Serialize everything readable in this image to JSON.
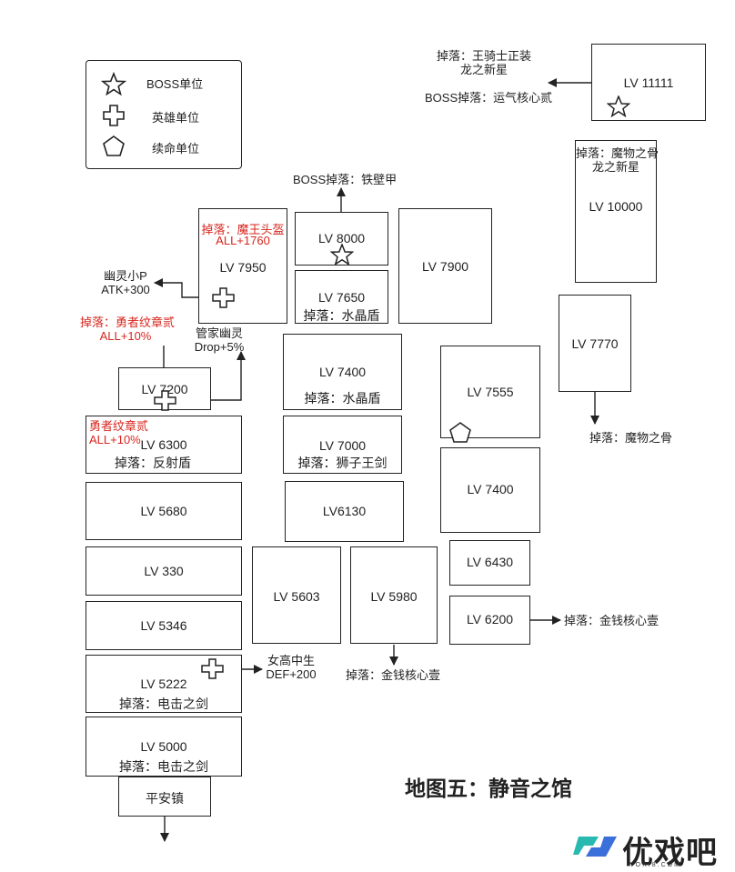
{
  "legend": {
    "boss": "BOSS单位",
    "hero": "英雄单位",
    "heal": "续命单位"
  },
  "map_title": "地图五：静音之馆",
  "logo": {
    "text": "优戏吧",
    "sub": "YOXI8.COM"
  },
  "rooms": {
    "r11111": {
      "lv": "LV 11111"
    },
    "r10000": {
      "lv": "LV 10000",
      "note1": "掉落：魔物之骨",
      "note2": "龙之新星"
    },
    "r7950": {
      "lv": "LV 7950",
      "note1": "掉落：魔王头盔",
      "note2": "ALL+1760"
    },
    "r8000": {
      "lv": "LV 8000"
    },
    "r7650": {
      "lv": "LV 7650",
      "drop": "掉落：水晶盾"
    },
    "r7900": {
      "lv": "LV 7900"
    },
    "r7770": {
      "lv": "LV 7770"
    },
    "r7400a": {
      "lv": "LV 7400",
      "drop": "掉落：水晶盾"
    },
    "r7555": {
      "lv": "LV 7555"
    },
    "r7200": {
      "lv": "LV 7200"
    },
    "r6300": {
      "lv": "LV 6300",
      "note1": "勇者纹章贰",
      "note2": "ALL+10%",
      "drop": "掉落：反射盾"
    },
    "r7000": {
      "lv": "LV 7000",
      "drop": "掉落：狮子王剑"
    },
    "r7400b": {
      "lv": "LV 7400"
    },
    "r5680": {
      "lv": "LV 5680"
    },
    "r6130": {
      "lv": "LV6130"
    },
    "r330": {
      "lv": "LV 330"
    },
    "r5603": {
      "lv": "LV 5603"
    },
    "r5980": {
      "lv": "LV 5980"
    },
    "r6430": {
      "lv": "LV 6430"
    },
    "r5346": {
      "lv": "LV 5346"
    },
    "r6200": {
      "lv": "LV 6200"
    },
    "r5222": {
      "lv": "LV 5222",
      "drop": "掉落：电击之剑"
    },
    "r5000": {
      "lv": "LV 5000",
      "drop": "掉落：电击之剑"
    },
    "town": {
      "lv": "平安镇"
    }
  },
  "labels": {
    "top_drop1": "掉落：王骑士正装",
    "top_drop2": "龙之新星",
    "top_boss_drop": "BOSS掉落：运气核心贰",
    "boss8000_drop": "BOSS掉落：铁壁甲",
    "ghost_p1": "幽灵小P",
    "ghost_p2": "ATK+300",
    "hero_drop1": "掉落：勇者纹章贰",
    "hero_drop2": "ALL+10%",
    "butler1": "管家幽灵",
    "butler2": "Drop+5%",
    "bone_drop": "掉落：魔物之骨",
    "girl1": "女高中生",
    "girl2": "DEF+200",
    "gold_drop_a": "掉落：金钱核心壹",
    "gold_drop_b": "掉落：金钱核心壹"
  }
}
